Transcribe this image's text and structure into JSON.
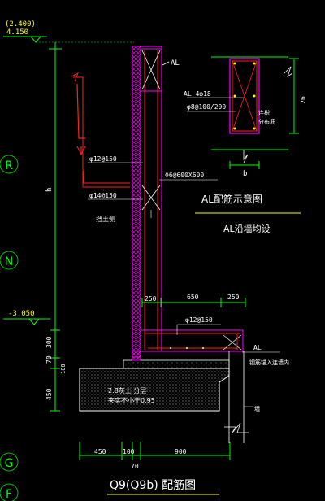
{
  "colors": {
    "background": "#000000",
    "dimension": "#00ff00",
    "structure": "#ff00ff",
    "rebar": "#ff2020",
    "text": "#ffffff",
    "yellow": "#ffff00",
    "cyan": "#00ffff",
    "grid": "#00c000"
  },
  "elevations": {
    "top_bracket": "(2.400)",
    "top": "4.150",
    "bottom": "-3.050"
  },
  "dimensions": {
    "h": "h",
    "d300": "300",
    "d70": "70",
    "d100": "100",
    "d450": "450",
    "d250_left": "250",
    "d650": "650",
    "d250_right": "250",
    "bottom_450": "450",
    "bottom_100": "100",
    "bottom_900": "900",
    "bottom_70": "70",
    "section_b": "b",
    "section_2b": "2b"
  },
  "grid_axes": [
    "R",
    "N",
    "G",
    "F"
  ],
  "labels": {
    "al_top": "AL",
    "al_rebar": "AL 4φ18",
    "al_stirrup": "φ8@100/200",
    "wall_rebar_1": "φ12@150",
    "wall_rebar_2": "φ14@150",
    "tie_bar": "Φ6@600X600",
    "soil_side": "挡土侧",
    "al_title": "AL配筋示意图",
    "al_subtitle": "AL沿墙均设",
    "base_rebar": "φ12@150",
    "al_right": "AL",
    "anchor_note": "钢筋锚入连墙内",
    "soil_note_1": "2:8灰土 分层",
    "soil_note_2": "夹实不小于0.95",
    "wall_note": "墙",
    "section_note_1": "连棁",
    "section_note_2": "分布筋",
    "drawing_title": "Q9(Q9b) 配筋图"
  }
}
